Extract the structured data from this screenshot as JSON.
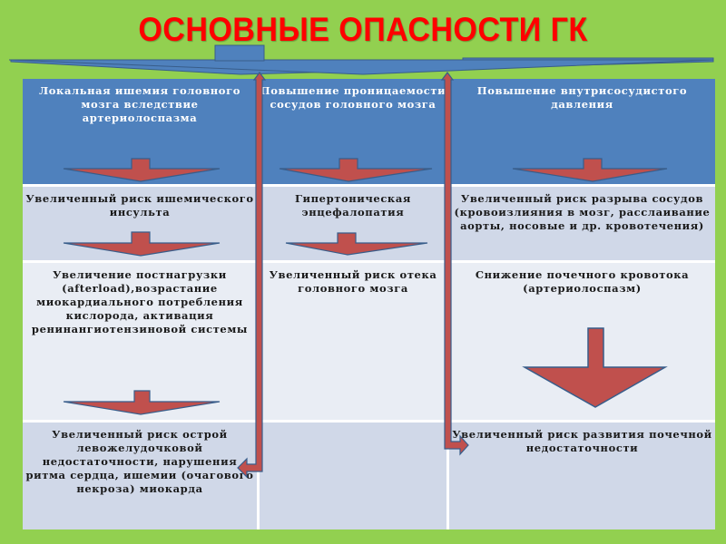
{
  "title": "ОСНОВНЫЕ ОПАСНОСТИ ГК",
  "colors": {
    "background": "#92d050",
    "title": "#ff0000",
    "header_fill": "#4f81bd",
    "row_even": "#d0d8e8",
    "row_odd": "#e9edf4",
    "arrow_fill": "#c0504d",
    "arrow_stroke": "#385d8a"
  },
  "columns": [
    {
      "header": "Локальная ишемия головного мозга  вследствие артериолоспазма",
      "row2": "Увеличенный риск ишемического инсульта",
      "row3": "Увеличение постнагрузки (afterload),возрастание миокардиального потребления кислорода, активация ренинангиотензиновой системы",
      "row4": "Увеличенный риск острой левожелудочковой недостаточности, нарушения ритма сердца, ишемии (очагового некроза) миокарда"
    },
    {
      "header": "Повышение проницаемости сосудов головного мозга",
      "row2": "Гипертоническая энцефалопатия",
      "row3": "Увеличенный риск отека головного мозга",
      "row4": ""
    },
    {
      "header": "Повышение внутрисосудистого давления",
      "row2": "Увеличенный риск разрыва сосудов (кровоизлияния в мозг, расслаивание аорты, носовые и др. кровотечения)",
      "row3": "Снижение почечного кровотока (артериолоспазм)",
      "row4": "Увеличенный риск развития почечной недостаточности"
    }
  ],
  "icons": {
    "top_banner": "wide-down-arrow-icon",
    "down_arrows": "down-arrow-icon",
    "connectors": "bent-arrow-icon"
  }
}
